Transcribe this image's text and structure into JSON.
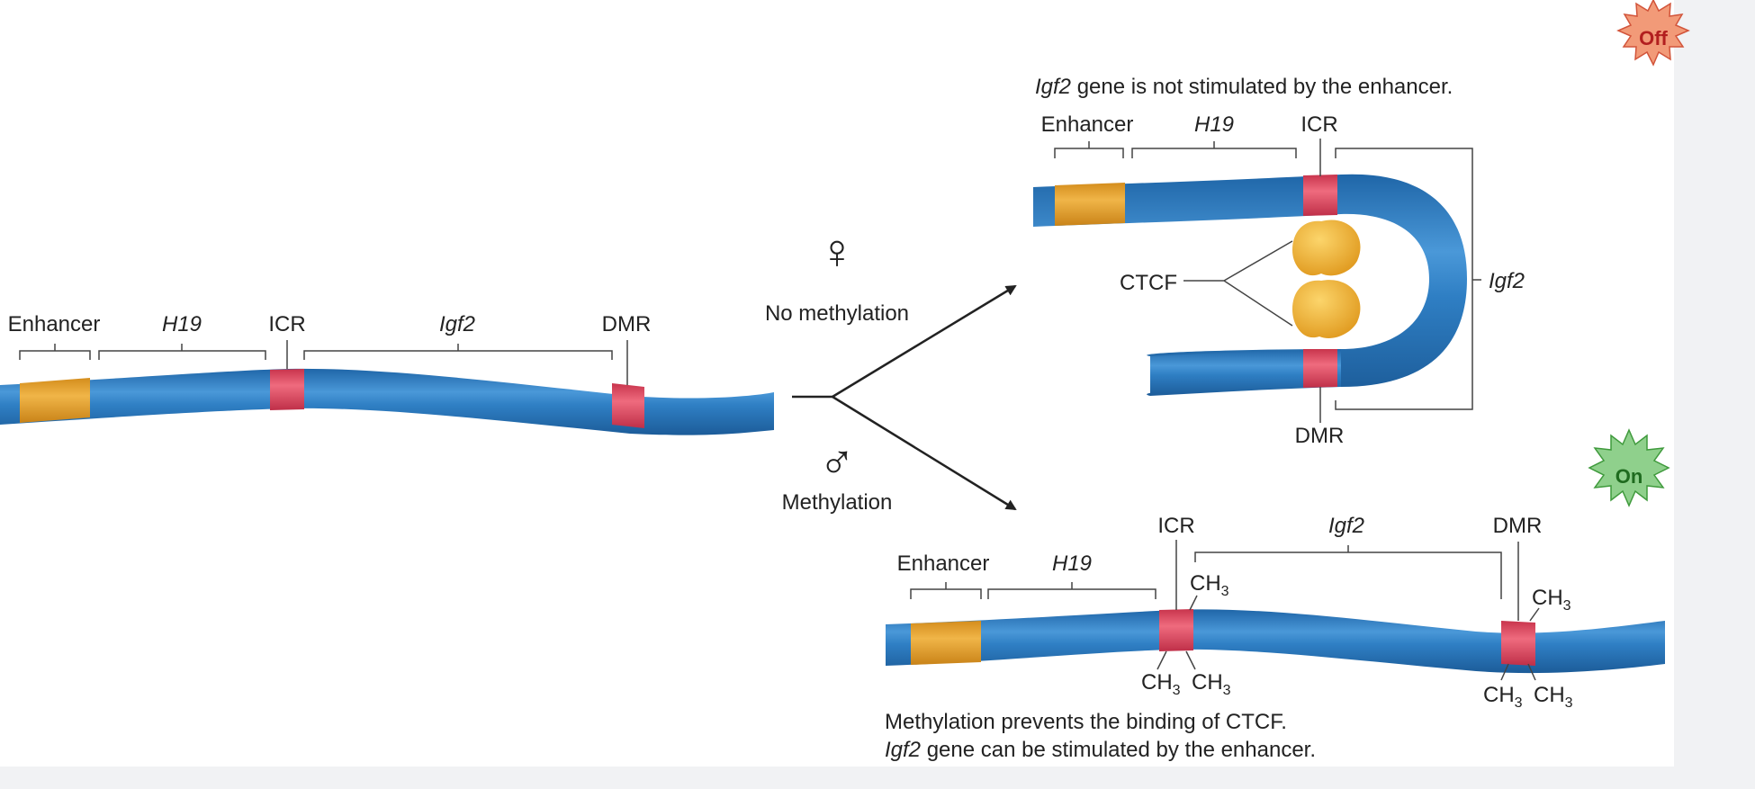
{
  "left_dna": {
    "enhancer": "Enhancer",
    "h19": "H19",
    "icr": "ICR",
    "igf2": "Igf2",
    "dmr": "DMR"
  },
  "branch": {
    "female_label": "No methylation",
    "male_label": "Methylation",
    "female_symbol": "♀",
    "male_symbol": "♂"
  },
  "maternal": {
    "caption_gene": "Igf2",
    "caption_rest": " gene is not stimulated by the enhancer.",
    "enhancer": "Enhancer",
    "h19": "H19",
    "icr": "ICR",
    "ctcf": "CTCF",
    "igf2": "Igf2",
    "dmr": "DMR",
    "badge": "Off"
  },
  "paternal": {
    "enhancer": "Enhancer",
    "h19": "H19",
    "icr": "ICR",
    "igf2": "Igf2",
    "dmr": "DMR",
    "methyl": "CH",
    "methyl_sub": "3",
    "caption_line1": "Methylation prevents the binding of CTCF.",
    "caption_gene": "Igf2",
    "caption_line2_rest": " gene can be stimulated by the enhancer.",
    "badge": "On"
  },
  "colors": {
    "dna_blue": "#2f7fc4",
    "enhancer_gold": "#e7a42c",
    "region_red": "#e0465d",
    "ctcf_yellow": "#f2b43a",
    "off_badge": "#f08a6a",
    "on_badge": "#7cc47a"
  }
}
